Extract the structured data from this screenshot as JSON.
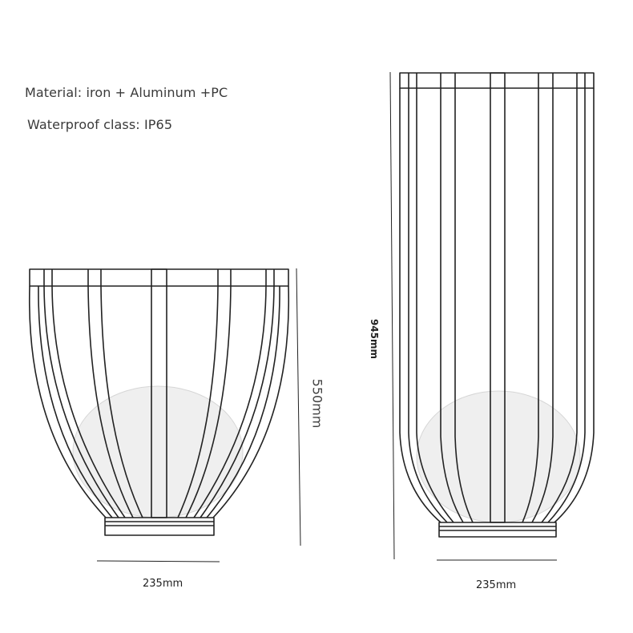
{
  "specs": {
    "material": "Material: iron + Aluminum +PC",
    "waterproof": "Waterproof class: IP65"
  },
  "lamps": {
    "small": {
      "height_label": "550mm",
      "width_label": "235mm"
    },
    "large": {
      "height_label": "945mm",
      "width_label": "235mm"
    }
  },
  "colors": {
    "line": "#222222",
    "globe": "#eeeeee",
    "text": "#3a3a3a"
  }
}
